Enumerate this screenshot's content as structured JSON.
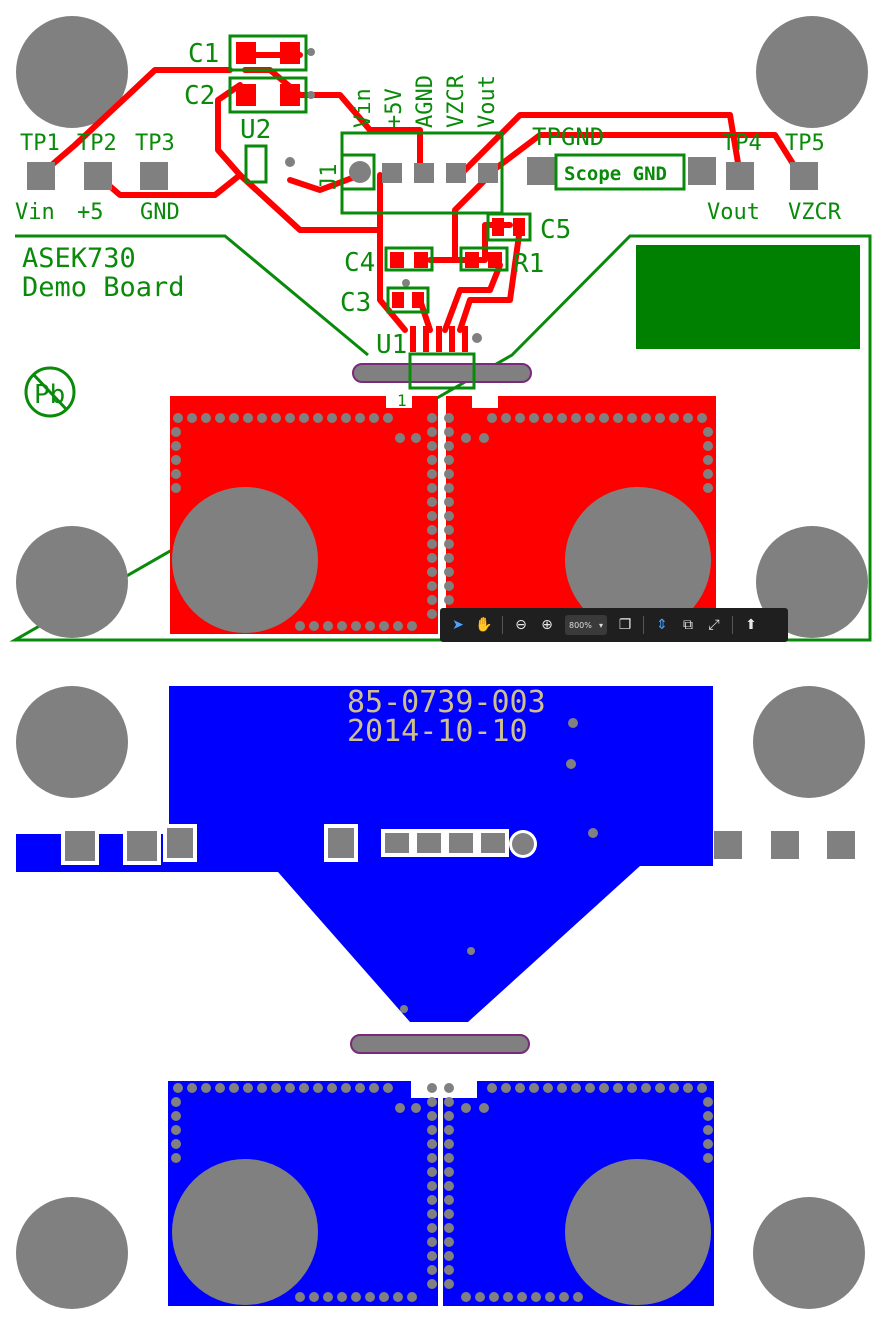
{
  "top_layer": {
    "test_points": {
      "tp1": "TP1",
      "tp2": "TP2",
      "tp3": "TP3",
      "tp4": "TP4",
      "tp5": "TP5",
      "tpgnd": "TPGND",
      "vin": "Vin",
      "plus5": "+5",
      "gnd": "GND",
      "vout": "Vout",
      "vzcr": "VZCR"
    },
    "components": {
      "c1": "C1",
      "c2": "C2",
      "c3": "C3",
      "c4": "C4",
      "c5": "C5",
      "r1": "R1",
      "u1": "U1",
      "u2": "U2",
      "j1": "J1",
      "pin1": "1"
    },
    "header_pins": [
      "Vin",
      "+5V",
      "AGND",
      "VZCR",
      "Vout"
    ],
    "scope_gnd": "Scope GND",
    "board_title_line1": "ASEK730",
    "board_title_line2": "Demo Board",
    "pb_mark": "Pb"
  },
  "bottom_layer": {
    "part_number": "85-0739-003",
    "date": "2014-10-10"
  },
  "toolbar": {
    "zoom": "800%",
    "select_icon": "pointer-icon",
    "hand_icon": "hand-icon",
    "zoom_out_icon": "zoom-out-icon",
    "zoom_in_icon": "zoom-in-icon"
  },
  "colors": {
    "copper_top": "#ff0000",
    "copper_bottom": "#0000ff",
    "silkscreen": "#0a8a0a",
    "pad": "#808080",
    "slot": "#7a2a7a",
    "solid_fill": "#008000"
  }
}
